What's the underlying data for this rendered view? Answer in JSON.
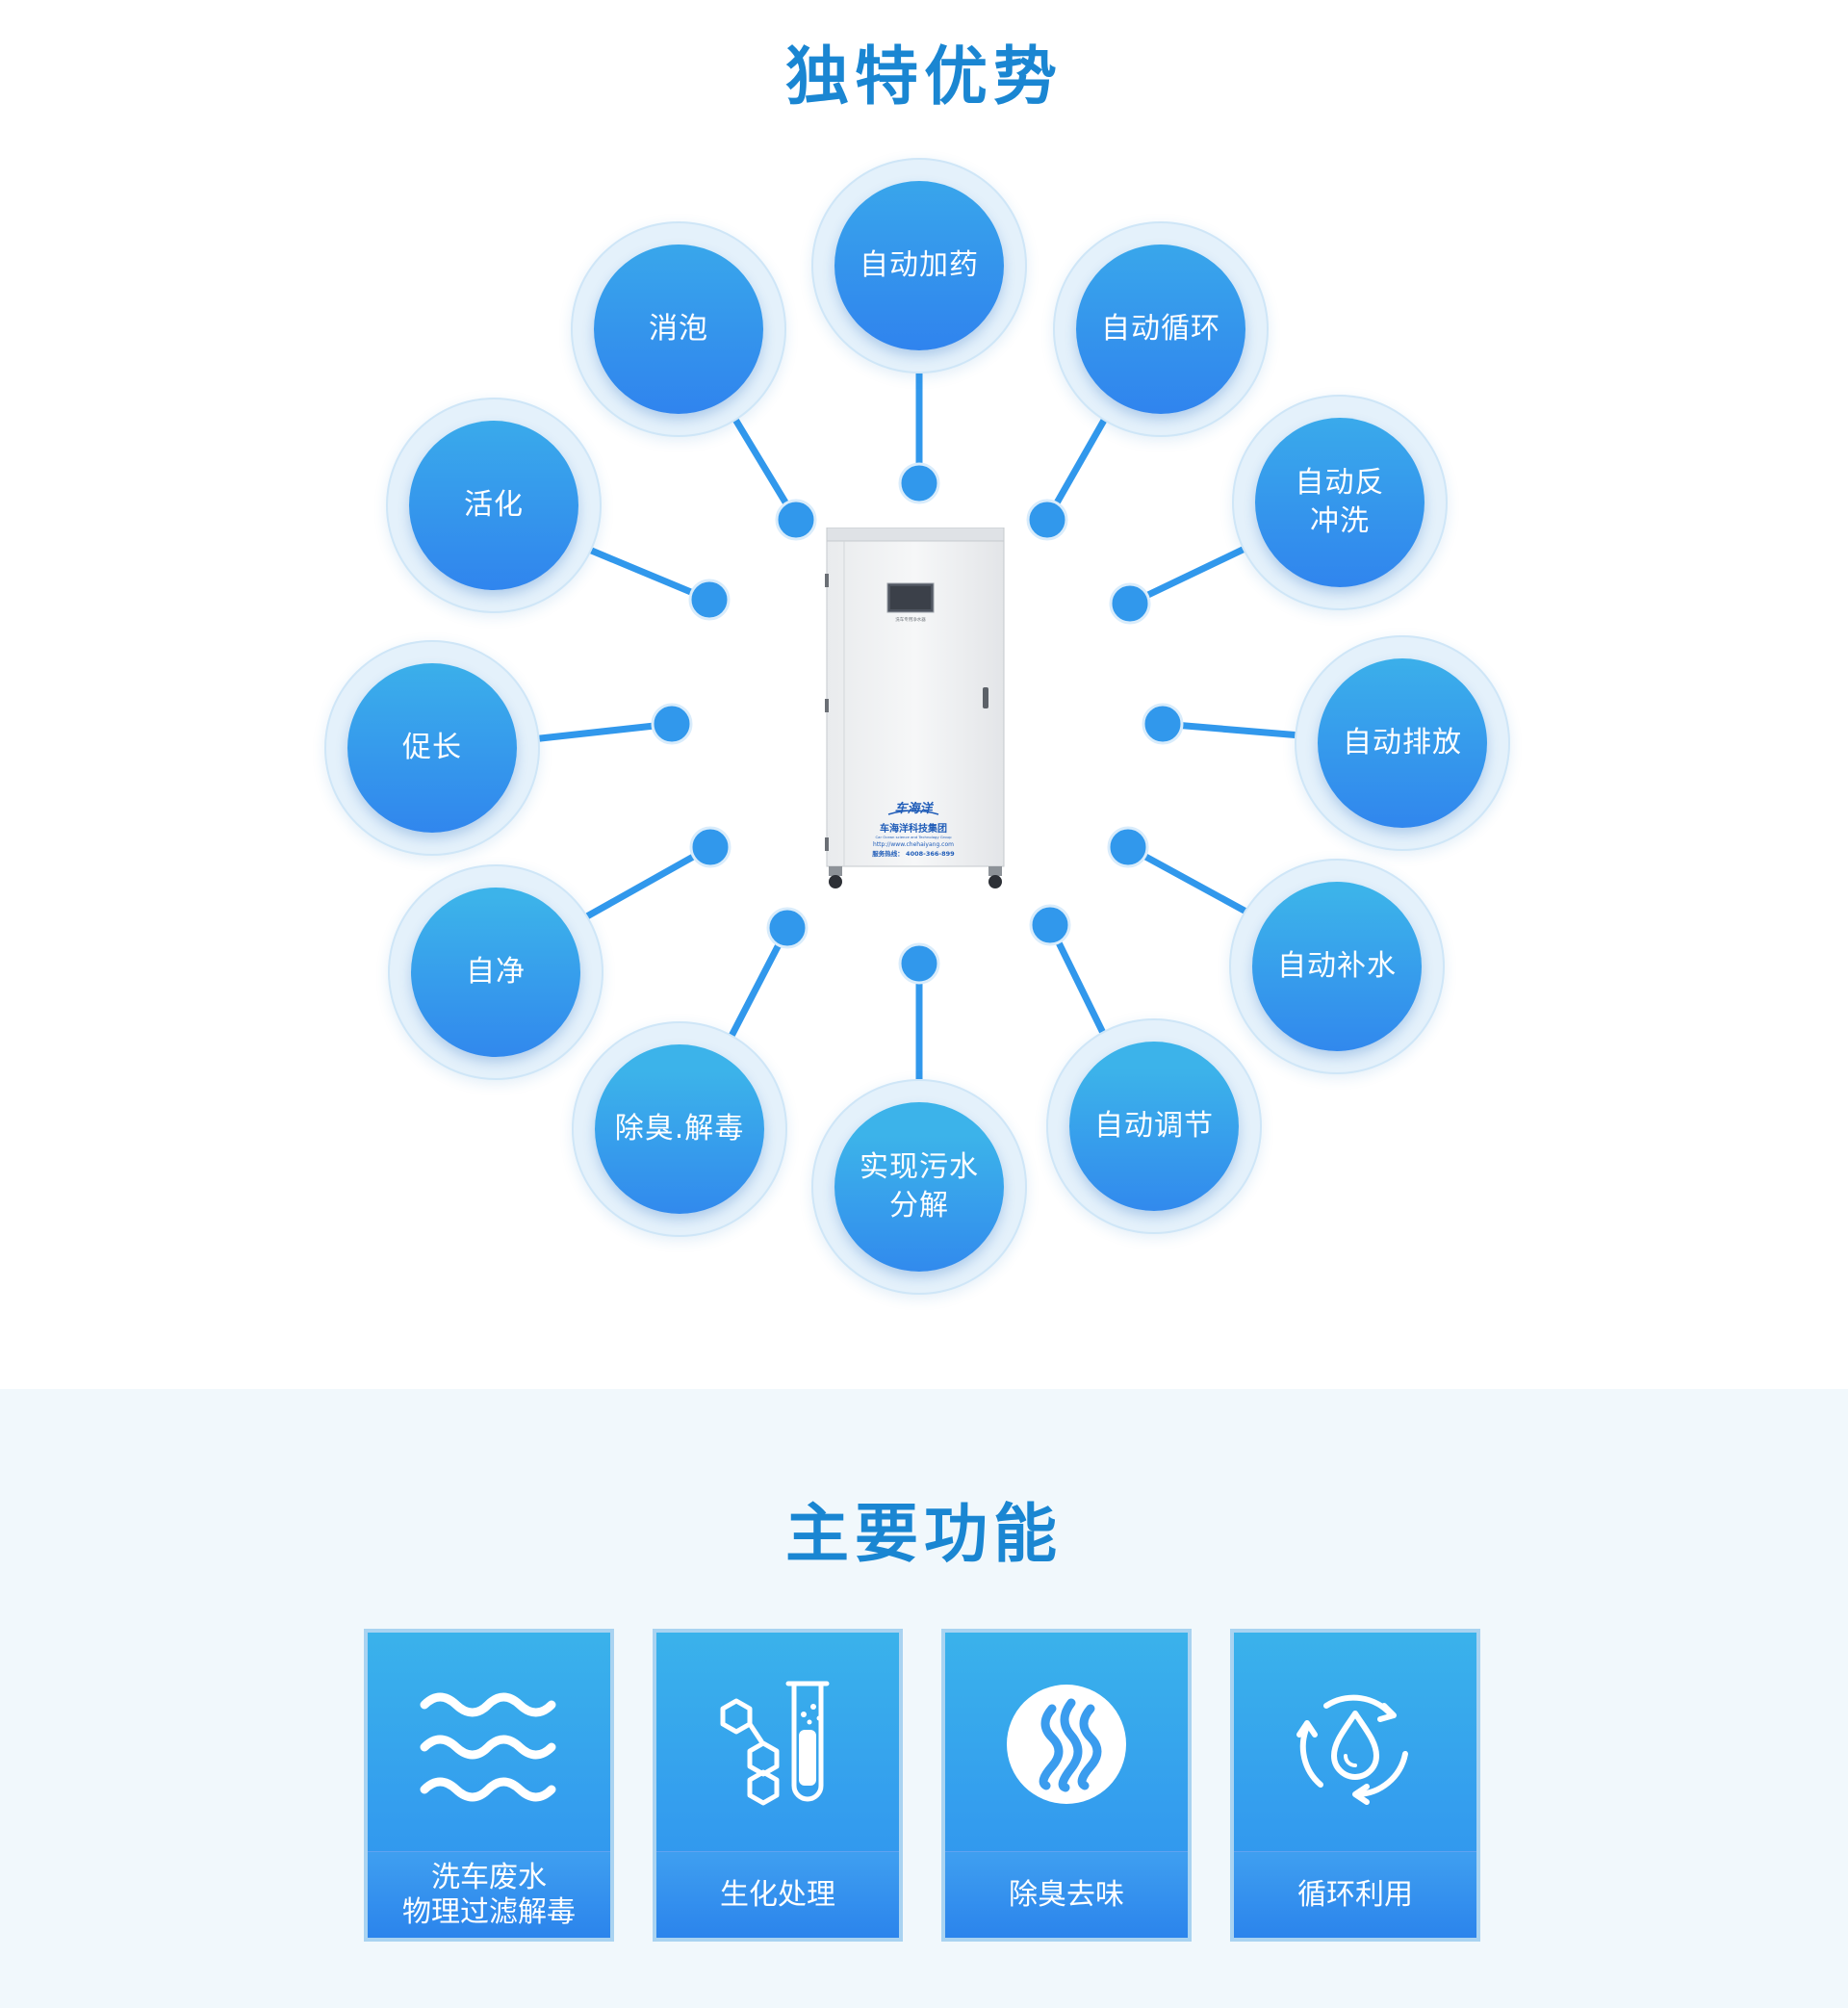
{
  "advantages": {
    "title": "独特优势",
    "product_caption": "洗车专用净水器",
    "brand_logo_text": "车海洋",
    "brand_name": "车海洋科技集团",
    "brand_sub": "Car Ocean science and Technology Group",
    "website": "http://www.chehaiyang.com",
    "hotline": "服务热线：  4008-366-899",
    "nodes": [
      {
        "label": "自动加药"
      },
      {
        "label": "自动循环"
      },
      {
        "label": "自动反\n冲洗"
      },
      {
        "label": "自动排放"
      },
      {
        "label": "自动补水"
      },
      {
        "label": "自动调节"
      },
      {
        "label": "实现污水\n分解"
      },
      {
        "label": "除臭.解毒"
      },
      {
        "label": "自净"
      },
      {
        "label": "促长"
      },
      {
        "label": "活化"
      },
      {
        "label": "消泡"
      }
    ]
  },
  "functions": {
    "title": "主要功能",
    "cards": [
      {
        "label": "洗车废水\n物理过滤解毒",
        "icon": "waves-icon"
      },
      {
        "label": "生化处理",
        "icon": "test-tube-molecule-icon"
      },
      {
        "label": "除臭去味",
        "icon": "odor-waves-icon"
      },
      {
        "label": "循环利用",
        "icon": "water-drop-cycle-icon"
      }
    ]
  },
  "colors": {
    "title": "#1a86d2",
    "node_top": "#3cb3ea",
    "node_bottom": "#2f80ee",
    "connector": "#3198ec",
    "section_bg": "#f1f8fc"
  }
}
